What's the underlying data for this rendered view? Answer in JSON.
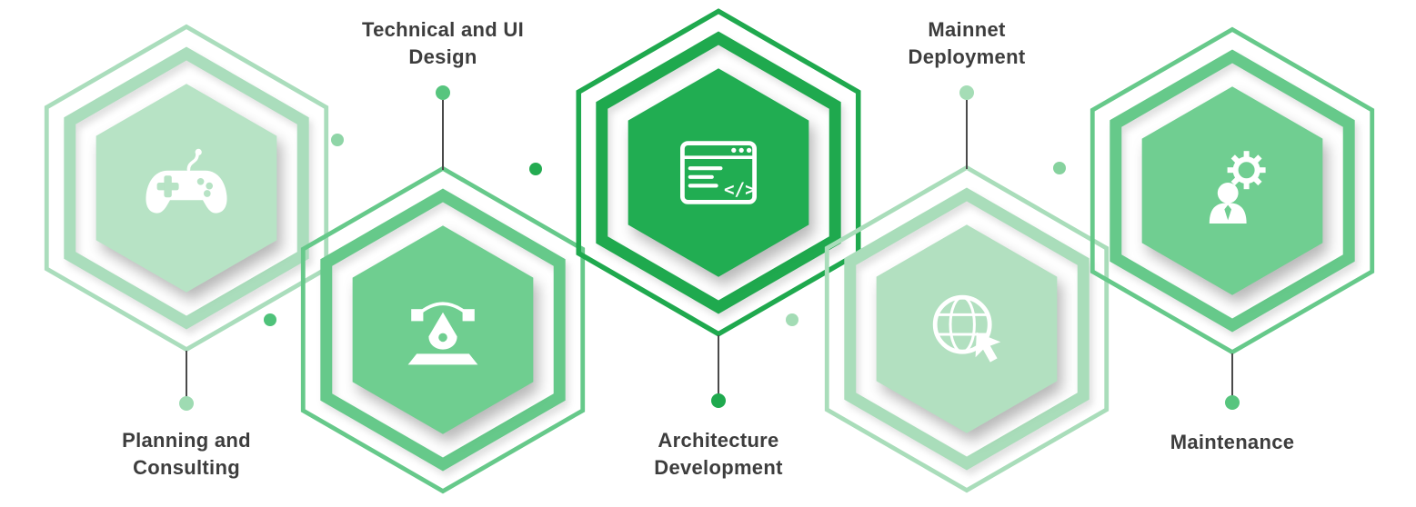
{
  "colors": {
    "connector_line": "#4a4a4a",
    "label_text": "#3d3d3d",
    "background": "#ffffff"
  },
  "steps": [
    {
      "label": "Planning and\nConsulting",
      "icon": "gamepad-icon",
      "outline": "#aaddbc",
      "ring": "#aaddbc",
      "fill": "#b7e3c5",
      "dot": "#9edbb2"
    },
    {
      "label": "Technical and UI\nDesign",
      "icon": "vector-pen-icon",
      "outline": "#66c98a",
      "ring": "#66c98a",
      "fill": "#6fce90",
      "dot": "#57c57e"
    },
    {
      "label": "Architecture\nDevelopment",
      "icon": "code-window-icon",
      "icon_text": "</>",
      "outline": "#1fa94e",
      "ring": "#1fa94e",
      "fill": "#21ad52",
      "dot": "#1fa94e"
    },
    {
      "label": "Mainnet\nDeployment",
      "icon": "globe-cursor-icon",
      "outline": "#a9ddba",
      "ring": "#a9ddba",
      "fill": "#b2e0c0",
      "dot": "#a5ddb6"
    },
    {
      "label": "Maintenance",
      "icon": "person-gear-icon",
      "outline": "#66c98a",
      "ring": "#66c98a",
      "fill": "#70ce91",
      "dot": "#57c57e"
    }
  ],
  "junctions": [
    {
      "color": "#8fd5a7"
    },
    {
      "color": "#4fc27a"
    },
    {
      "color": "#24ab51"
    },
    {
      "color": "#a3dcb5"
    },
    {
      "color": "#86d29e"
    }
  ]
}
